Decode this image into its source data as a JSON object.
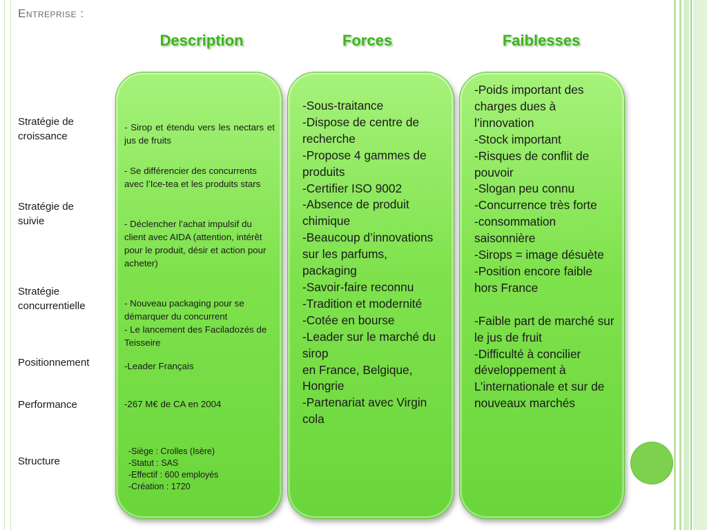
{
  "title": "Entreprise :",
  "columns": {
    "description": "Description",
    "forces": "Forces",
    "faiblesses": "Faiblesses"
  },
  "rows": [
    {
      "label": "Stratégie de\ncroissance"
    },
    {
      "label": "Stratégie de\nsuivie"
    },
    {
      "label": "Stratégie\nconcurrentielle"
    },
    {
      "label": "Positionnement"
    },
    {
      "label": "Performance"
    },
    {
      "label": "Structure"
    }
  ],
  "description": {
    "croissance": "- Sirop et étendu vers les nectars et jus de fruits",
    "suivie_1": " - Se différencier des concurrents avec l’Ice-tea et les produits stars",
    "suivie_2": "- Déclencher l’achat impulsif du client avec AIDA (attention, intérêt pour le produit, désir et action pour acheter)",
    "concurrentielle": " - Nouveau packaging pour se démarquer du concurrent\n- Le lancement des Faciladozés de Teisseire",
    "positionnement": "-Leader Français",
    "performance": "-267 M€ de CA en 2004",
    "structure": "-Siège : Crolles (Isère)\n-Statut : SAS\n-Effectif : 600 employés\n-Création : 1720"
  },
  "forces": "-Sous-traitance\n-Dispose de centre de recherche\n-Propose 4 gammes de produits\n-Certifier ISO 9002\n-Absence de produit chimique\n-Beaucoup d’innovations\nsur les parfums, packaging\n-Savoir-faire reconnu\n-Tradition et modernité\n-Cotée en bourse\n-Leader sur le marché du sirop\nen France, Belgique, Hongrie\n-Partenariat avec Virgin cola",
  "faiblesses": "-Poids important des charges dues à l’innovation\n-Stock important\n-Risques de conflit de pouvoir\n-Slogan peu connu\n-Concurrence très forte\n-consommation saisonnière\n-Sirops = image désuète\n-Position encore faible hors France\n\n-Faible part de marché sur le jus de fruit\n-Difficulté à concilier développement à L’internationale  et sur de nouveaux marchés"
}
